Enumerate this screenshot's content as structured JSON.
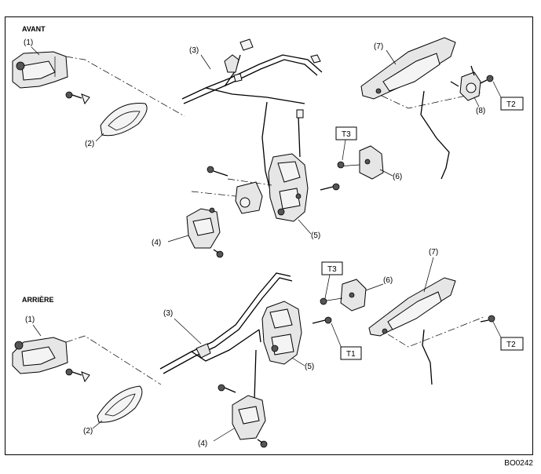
{
  "sections": {
    "front": "AVANT",
    "rear": "ARRIÈRE"
  },
  "callouts": {
    "p1": "(1)",
    "p2": "(2)",
    "p3": "(3)",
    "p4": "(4)",
    "p5": "(5)",
    "p6": "(6)",
    "p7": "(7)",
    "p8": "(8)"
  },
  "torque_tags": {
    "t1": "T1",
    "t2": "T2",
    "t3": "T3"
  },
  "figure_id": "BO0242"
}
